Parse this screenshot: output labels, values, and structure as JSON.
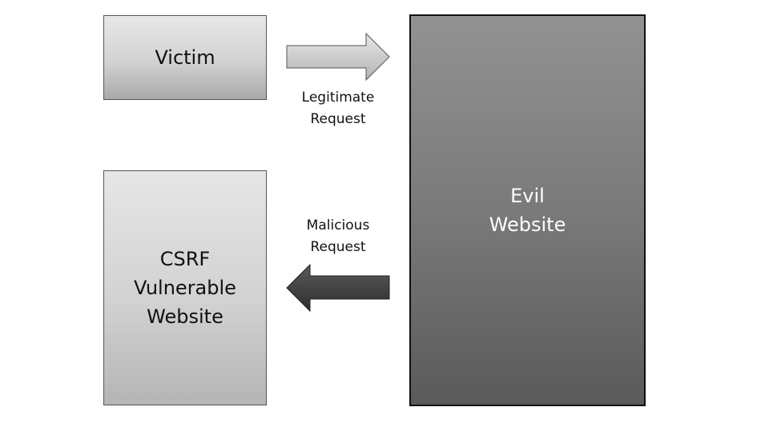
{
  "nodes": {
    "victim": {
      "label": "Victim"
    },
    "evil_website": {
      "line1": "Evil",
      "line2": "Website"
    },
    "csrf_website": {
      "line1": "CSRF",
      "line2": "Vulnerable",
      "line3": "Website"
    }
  },
  "edges": {
    "legitimate_request": {
      "line1": "Legitimate",
      "line2": "Request",
      "direction": "right"
    },
    "malicious_request": {
      "line1": "Malicious",
      "line2": "Request",
      "direction": "left"
    }
  },
  "colors": {
    "light_box": "#d2d2d2",
    "dark_box": "#7a7a7a",
    "light_arrow": "#cfcfcf",
    "dark_arrow": "#4a4a4a"
  }
}
